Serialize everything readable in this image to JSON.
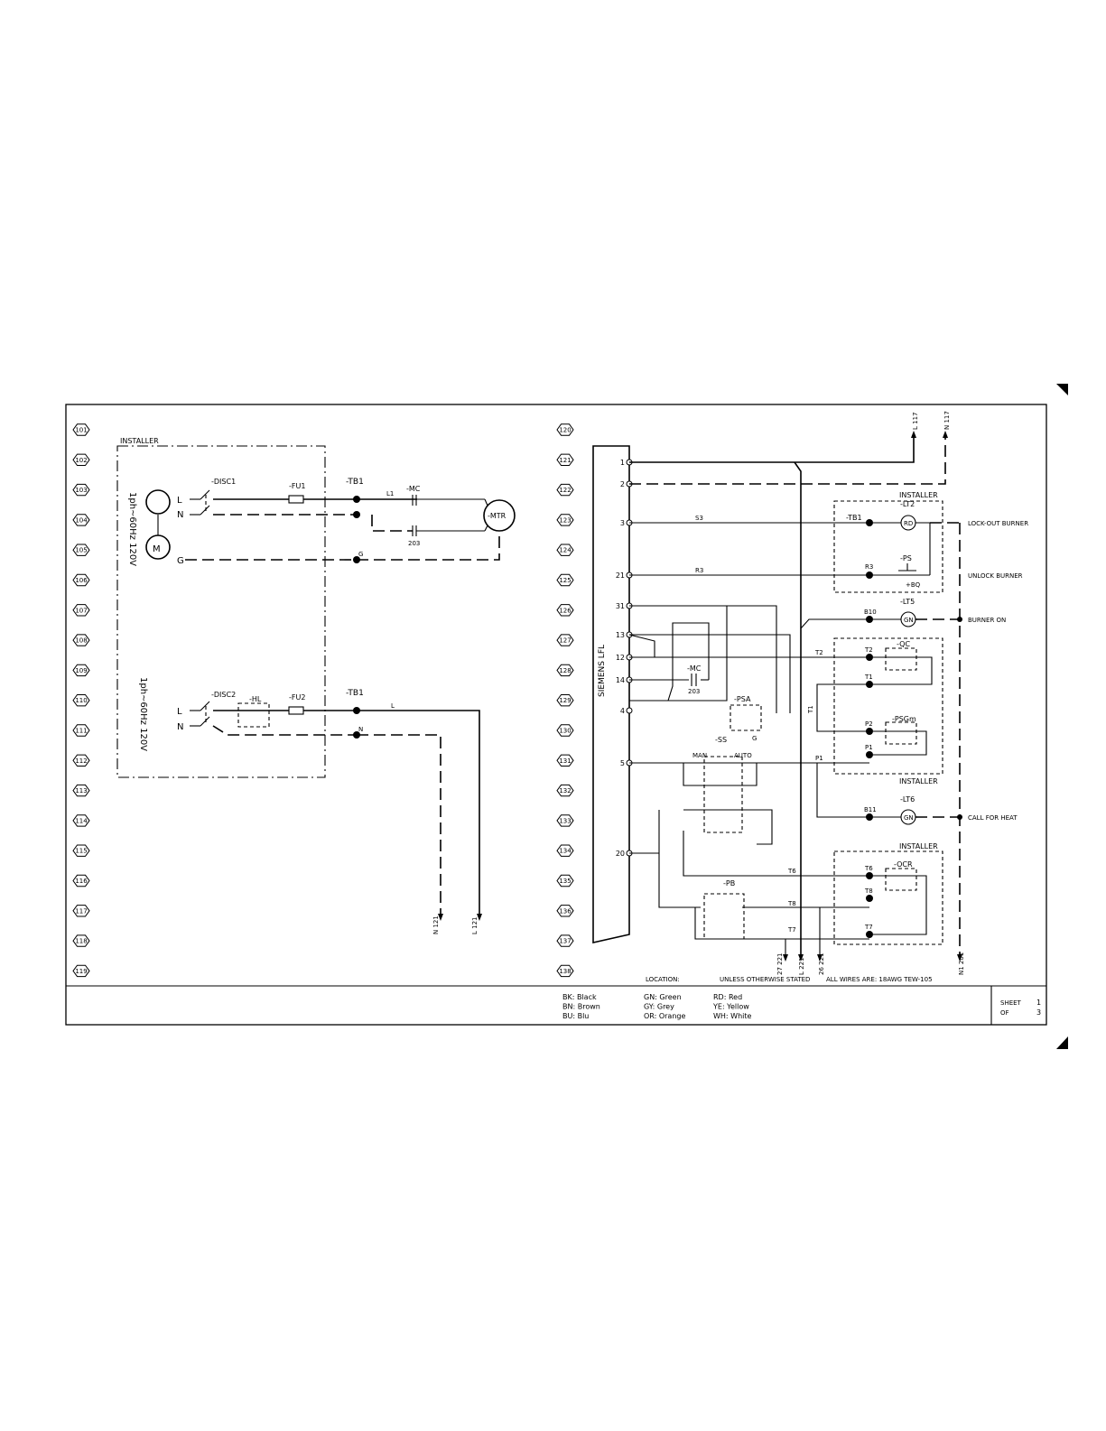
{
  "left_installer_label": "INSTALLER",
  "supply1_label": "1ph~60Hz 120V",
  "supply2_label": "1ph~60Hz 120V",
  "disc1_tag": "-DISC1",
  "disc2_tag": "-DISC2",
  "fu1_tag": "-FU1",
  "fu2_tag": "-FU2",
  "tb1_tag_top": "-TB1",
  "tb1_tag_bottom": "-TB1",
  "mc_tag_left": "-MC",
  "mc_tag_right": "-MC",
  "mtr_tag": "-MTR",
  "hl_tag": "-HL",
  "lfl_label": "SIEMENS LFL",
  "psa_tag": "-PSA",
  "ss_tag": "-SS",
  "pb_tag": "-PB",
  "lt2_tag": "-LT2",
  "lt5_tag": "-LT5",
  "lt6_tag": "-LT6",
  "ps_tag": "-PS",
  "qc_tag": "-QC",
  "psgm_tag": "-PSGm",
  "ocr_tag": "-OCR",
  "tb1_tag_right": "-TB1",
  "lamp_rd": "RD",
  "lamp_gn5": "GN",
  "lamp_gn6": "GN",
  "ss_man": "MAN",
  "ss_auto": "AUTO",
  "lockout_label": "LOCK-OUT BURNER",
  "unlock_label": "UNLOCK BURNER",
  "burner_on_label": "BURNER ON",
  "call_heat_label": "CALL FOR HEAT",
  "installer_r1": "INSTALLER",
  "installer_r2": "INSTALLER",
  "installer_r3": "INSTALLER",
  "footer_location": "LOCATION:",
  "footer_unless": "UNLESS OTHERWISE STATED",
  "footer_wires": "ALL WIRES ARE: 18AWG  TEW-105",
  "sheet_label": "SHEET",
  "sheet_num": "1",
  "of_label": "OF",
  "of_num": "3",
  "color_legend": [
    [
      "BK: Black",
      "GN: Green",
      "RD: Red"
    ],
    [
      "BN: Brown",
      "GY: Grey",
      "YE: Yellow"
    ],
    [
      "BU: Blu",
      "OR: Orange",
      "WH: White"
    ]
  ],
  "rows_left": [
    "101",
    "102",
    "103",
    "104",
    "105",
    "106",
    "107",
    "108",
    "109",
    "110",
    "111",
    "112",
    "113",
    "114",
    "115",
    "116",
    "117",
    "118",
    "119"
  ],
  "rows_right": [
    "120",
    "121",
    "122",
    "123",
    "124",
    "125",
    "126",
    "127",
    "128",
    "129",
    "130",
    "131",
    "132",
    "133",
    "134",
    "135",
    "136",
    "137",
    "138"
  ],
  "lfl_terminals": [
    "1",
    "2",
    "3",
    "21",
    "31",
    "13",
    "12",
    "14",
    "4",
    "5",
    "20"
  ],
  "offpage_top": [
    "L 117",
    "N 117"
  ],
  "offpage_left_bottom": [
    "N 121",
    "L 121"
  ],
  "offpage_bottom": [
    "27 221",
    "L 221",
    "26 221",
    "N1 201"
  ],
  "wires": {
    "L1": "L1",
    "S3": "S3",
    "R3": "R3",
    "T2": "T2",
    "T1": "T1",
    "P1": "P1",
    "T6": "T6",
    "T8": "T8",
    "T7": "T7",
    "B10": "B10",
    "B11": "B11",
    "G": "G",
    "N": "N",
    "L": "L"
  }
}
